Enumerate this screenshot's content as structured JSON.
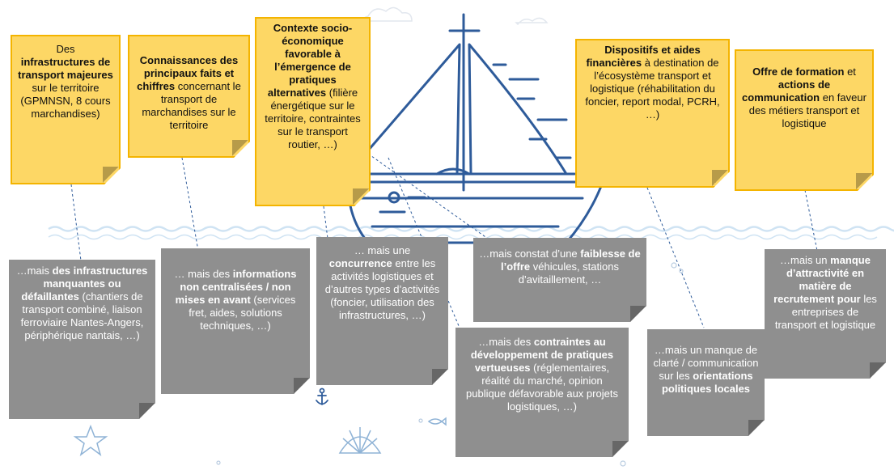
{
  "colors": {
    "yellow_note": "#FDD765",
    "yellow_border": "#F4B400",
    "grey_note": "#8F8F8F",
    "boat_line": "#2E5B9A",
    "wave": "#CFE3F3"
  },
  "top_notes": [
    {
      "parts": [
        {
          "t": "Des ",
          "b": false
        },
        {
          "t": "infrastructures de transport majeures",
          "b": true
        },
        {
          "t": " sur le territoire (GPMNSN, 8 cours marchandises)",
          "b": false
        }
      ]
    },
    {
      "parts": [
        {
          "t": "Connaissances des principaux faits et chiffres",
          "b": true
        },
        {
          "t": " concernant le transport de marchandises sur le territoire",
          "b": false
        }
      ]
    },
    {
      "parts": [
        {
          "t": "Contexte socio-économique favorable à l’émergence de pratiques alternatives",
          "b": true
        },
        {
          "t": " (filière énergétique sur le territoire, contraintes sur le transport routier, …)",
          "b": false
        }
      ]
    },
    {
      "parts": [
        {
          "t": "Dispositifs et aides financières",
          "b": true
        },
        {
          "t": " à destination de l’écosystème transport et logistique (réhabilitation du foncier, report modal, PCRH, …)",
          "b": false
        }
      ]
    },
    {
      "parts": [
        {
          "t": "Offre de formation",
          "b": true
        },
        {
          "t": " et ",
          "b": false
        },
        {
          "t": "actions de communication",
          "b": true
        },
        {
          "t": " en faveur des métiers transport et logistique",
          "b": false
        }
      ]
    }
  ],
  "bottom_notes": [
    {
      "parts": [
        {
          "t": "…mais ",
          "b": false
        },
        {
          "t": "des infrastructures manquantes ou défaillantes",
          "b": true
        },
        {
          "t": " (chantiers de transport combiné, liaison ferroviaire Nantes-Angers, périphérique nantais, …)",
          "b": false
        }
      ]
    },
    {
      "parts": [
        {
          "t": "… mais des ",
          "b": false
        },
        {
          "t": "informations non centralisées / non mises en avant",
          "b": true
        },
        {
          "t": " (services fret, aides, solutions techniques, …)",
          "b": false
        }
      ]
    },
    {
      "parts": [
        {
          "t": "… mais une ",
          "b": false
        },
        {
          "t": "concurrence",
          "b": true
        },
        {
          "t": " entre les activités logistiques et d’autres types d’activités (foncier, utilisation des infrastructures, …)",
          "b": false
        }
      ]
    },
    {
      "parts": [
        {
          "t": "…mais constat d’une ",
          "b": false
        },
        {
          "t": "faiblesse de l’offre",
          "b": true
        },
        {
          "t": " véhicules, stations d’avitaillement, …",
          "b": false
        }
      ]
    },
    {
      "parts": [
        {
          "t": "…mais des ",
          "b": false
        },
        {
          "t": "contraintes au développement de pratiques vertueuses",
          "b": true
        },
        {
          "t": " (réglementaires, réalité du marché, opinion publique défavorable aux projets logistiques, …)",
          "b": false
        }
      ]
    },
    {
      "parts": [
        {
          "t": "…mais un manque de clarté / communication sur les ",
          "b": false
        },
        {
          "t": "orientations politiques locales",
          "b": true
        }
      ]
    },
    {
      "parts": [
        {
          "t": "…mais un ",
          "b": false
        },
        {
          "t": "manque d’attractivité en matière de recrutement pour",
          "b": true
        },
        {
          "t": " les entreprises de transport et logistique",
          "b": false
        }
      ]
    }
  ]
}
